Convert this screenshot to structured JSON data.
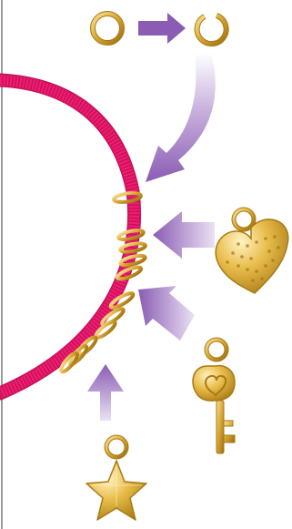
{
  "illustration": {
    "colors": {
      "bead": "#ee1d6f",
      "bead_dark": "#c8105a",
      "gold": "#e2b33c",
      "gold_light": "#f8e39a",
      "gold_dark": "#a87a14",
      "arrow": "#8a5cb3",
      "arrow_fade": "#e9def3",
      "frame": "#9a9a9a"
    },
    "steps": [
      {
        "id": "open-jump-ring",
        "icon": "jump-ring-icon"
      },
      {
        "id": "attach-heart-charm",
        "icon": "heart-charm-icon"
      },
      {
        "id": "attach-key-charm",
        "icon": "key-charm-icon"
      },
      {
        "id": "attach-star-charm",
        "icon": "star-charm-icon"
      }
    ]
  }
}
